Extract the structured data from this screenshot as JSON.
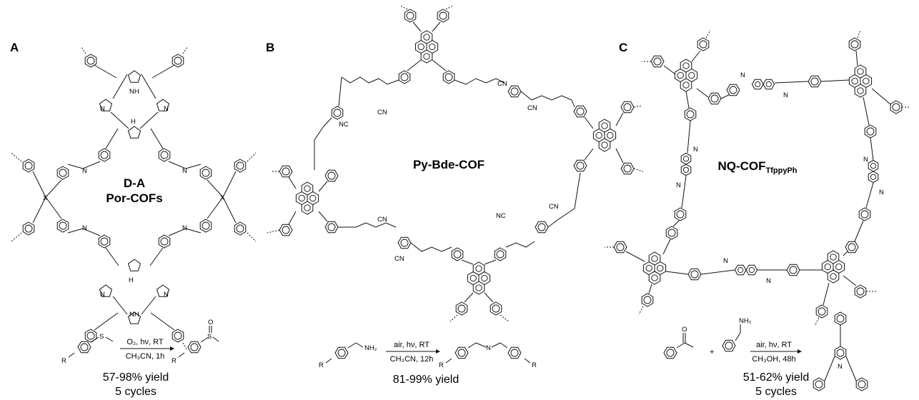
{
  "panels": [
    {
      "letter": "A",
      "cof_name_line1": "D-A",
      "cof_name_line2": "Por-COFs",
      "atoms": {
        "nh": "NH",
        "n": "N",
        "h": "H",
        "x": "X"
      },
      "reaction": {
        "reagent_top": "O₂, hν, RT",
        "reagent_bottom": "CH₃CN, 1h",
        "substituent": "R",
        "s_label": "S",
        "o_label": "O"
      },
      "yield": "57-98% yield",
      "cycles": "5 cycles"
    },
    {
      "letter": "B",
      "cof_name": "Py-Bde-COF",
      "atoms": {
        "cn": "CN",
        "nc": "NC"
      },
      "reaction": {
        "reagent_top": "air, hν, RT",
        "reagent_bottom": "CH₃CN, 12h",
        "substituent": "R",
        "nh2": "NH₂",
        "n": "N"
      },
      "yield": "81-99% yield"
    },
    {
      "letter": "C",
      "cof_name_main": "NQ-COF",
      "cof_name_sub": "TfppyPh",
      "atoms": {
        "n": "N"
      },
      "reaction": {
        "reagent_top": "air, hν, RT",
        "reagent_bottom": "CH₃OH, 48h",
        "plus": "+",
        "nh2": "NH₂",
        "o_label": "O",
        "n": "N"
      },
      "yield": "51-62% yield",
      "cycles": "5 cycles"
    }
  ]
}
